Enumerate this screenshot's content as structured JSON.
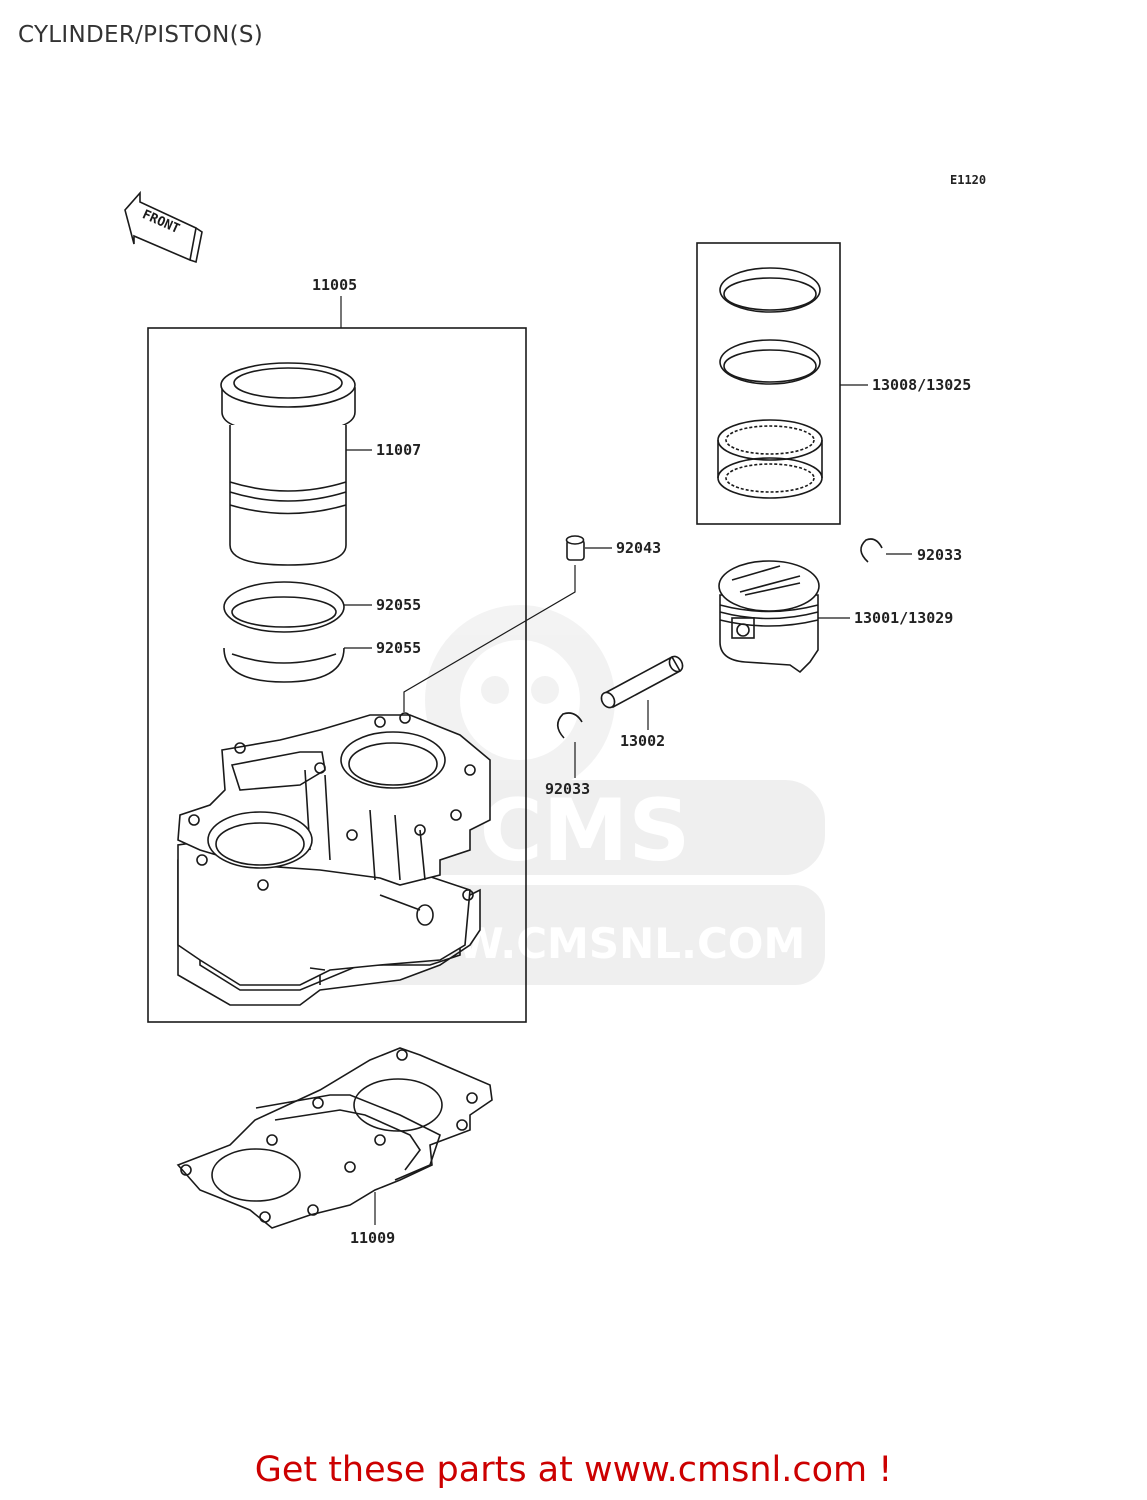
{
  "page": {
    "title": "CYLINDER/PISTON(S)",
    "diagram_code": "E1120",
    "front_label": "FRONT",
    "footer_link": "Get these parts at www.cmsnl.com !"
  },
  "watermark": {
    "brand": "CMS",
    "url": "WWW.CMSNL.COM"
  },
  "parts": {
    "p11005": "11005",
    "p11007": "11007",
    "p92055a": "92055",
    "p92055b": "92055",
    "p92043": "92043",
    "p13008": "13008/13025",
    "p92033a": "92033",
    "p13001": "13001/13029",
    "p13002": "13002",
    "p92033b": "92033",
    "p11009": "11009"
  },
  "colors": {
    "line": "#1a1a1a",
    "footer": "#cc0000",
    "watermark": "#e6e6e6"
  }
}
